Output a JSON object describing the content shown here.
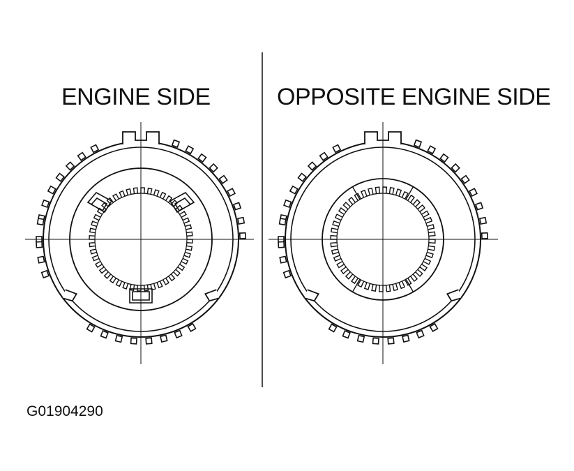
{
  "left_panel": {
    "title": "ENGINE SIDE"
  },
  "right_panel": {
    "title": "OPPOSITE ENGINE SIDE"
  },
  "figure_code": "G01904290",
  "colors": {
    "line": "#111111",
    "background": "#ffffff"
  }
}
